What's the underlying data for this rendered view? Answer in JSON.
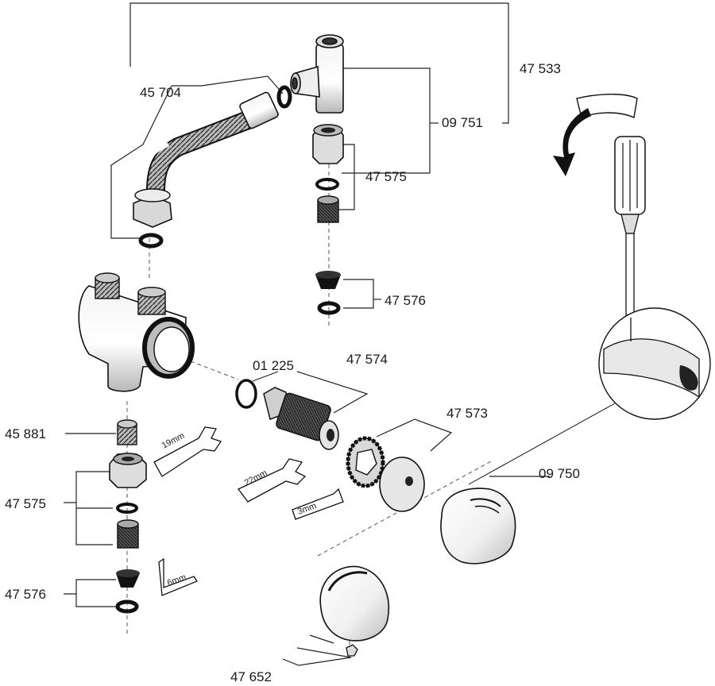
{
  "labels": {
    "hose": "45 704",
    "tee_group": "47 533",
    "tee": "09 751",
    "upper_union": "47 575",
    "upper_check": "47 576",
    "oring": "01 225",
    "cartridge": "47 574",
    "nut": "47 573",
    "handle": "09 750",
    "adapter": "45 881",
    "lower_union": "47 575",
    "lower_check": "47 576",
    "cap": "47 652"
  },
  "tools": {
    "wrench_19": "19mm",
    "wrench_22": "22mm",
    "hex_3": "3mm",
    "hex_6": "6mm"
  },
  "colors": {
    "line": "#111111",
    "shade_dark": "#333333",
    "shade_mid": "#9a9a9a",
    "shade_light": "#e6e6e6",
    "background": "#ffffff"
  }
}
